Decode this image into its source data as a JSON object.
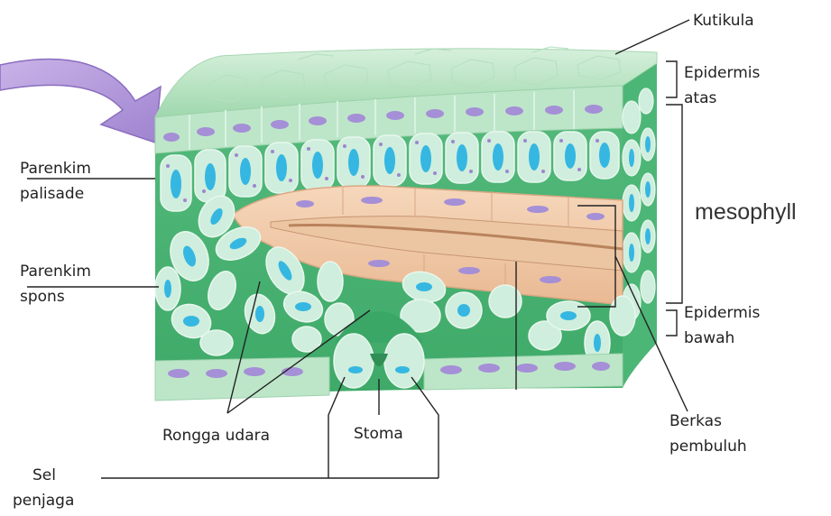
{
  "labels": {
    "kutikula": "Kutikula",
    "epidermis_atas_1": "Epidermis",
    "epidermis_atas_2": "atas",
    "mesophyll": "mesophyll",
    "epidermis_bawah_1": "Epidermis",
    "epidermis_bawah_2": "bawah",
    "berkas_1": "Berkas",
    "berkas_2": "pembuluh",
    "palisade_1": "Parenkim",
    "palisade_2": "palisade",
    "spons_1": "Parenkim",
    "spons_2": "spons",
    "rongga": "Rongga udara",
    "stoma": "Stoma",
    "sel_1": "Sel",
    "sel_2": "penjaga"
  },
  "colors": {
    "leaf_tissue": "#5fc285",
    "cuticle_top": "#bfe6c8",
    "cell_fill": "#d4f0df",
    "nucleus_purple": "#a58fd6",
    "nucleus_blue": "#35b7e2",
    "vein": "#f2c9a8",
    "arrow": "#b49ad8",
    "line": "#222222"
  }
}
